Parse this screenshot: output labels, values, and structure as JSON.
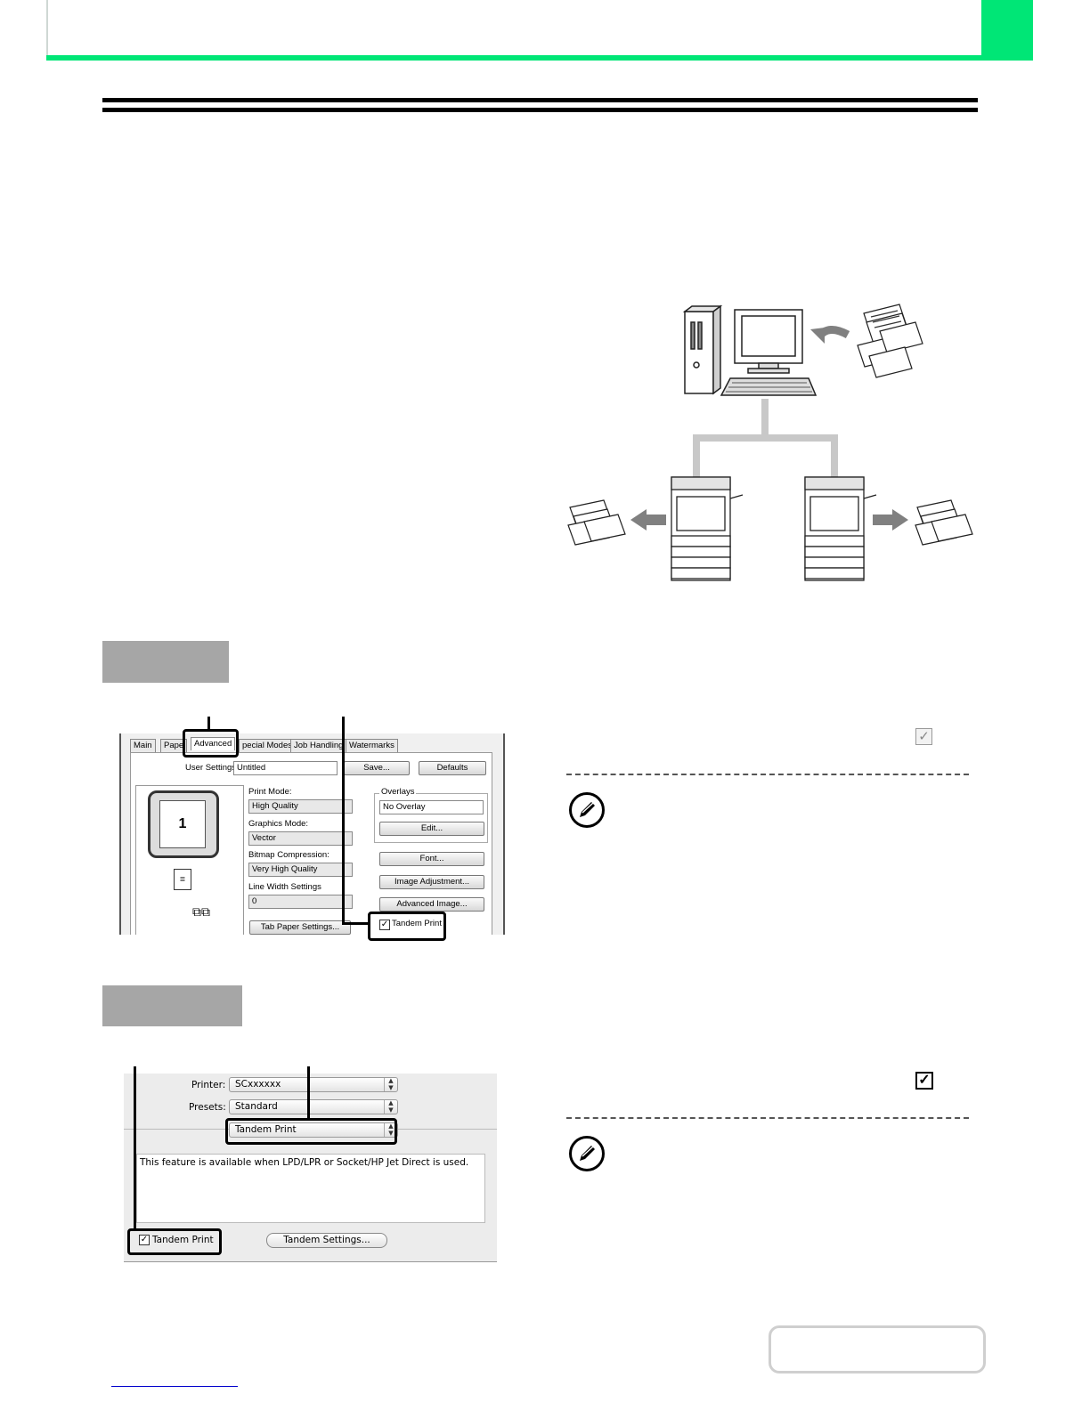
{
  "header": {
    "accent_color": "#00e676",
    "rule_color": "#000000"
  },
  "diagram": {
    "computer": "computer-icon",
    "printers": [
      "printer-icon",
      "printer-icon"
    ],
    "documents": [
      "document-stack-icon",
      "document-stack-icon",
      "document-stack-icon"
    ],
    "arrow_color": "#808080",
    "network_color": "#c8c8c8"
  },
  "windows_dialog": {
    "tabs": [
      "Main",
      "Pape",
      "Advanced",
      "pecial Modes",
      "Job Handling",
      "Watermarks"
    ],
    "user_settings_label": "User Settings:",
    "user_settings_value": "Untitled",
    "save_label": "Save...",
    "defaults_label": "Defaults",
    "preview_page_number": "1",
    "print_mode_label": "Print Mode:",
    "print_mode_value": "High Quality",
    "graphics_mode_label": "Graphics Mode:",
    "graphics_mode_value": "Vector",
    "bitmap_compression_label": "Bitmap Compression:",
    "bitmap_compression_value": "Very High Quality",
    "line_width_label": "Line Width Settings",
    "line_width_value": "0",
    "overlays_label": "Overlays",
    "overlays_value": "No Overlay",
    "edit_label": "Edit...",
    "font_label": "Font...",
    "image_adjustment_label": "Image Adjustment...",
    "advanced_image_label": "Advanced Image...",
    "tab_paper_label": "Tab Paper Settings...",
    "tandem_print_label": "Tandem Print",
    "tandem_print_checked": true
  },
  "mac_dialog": {
    "printer_label": "Printer:",
    "printer_value": "SCxxxxxx",
    "presets_label": "Presets:",
    "presets_value": "Standard",
    "panel_value": "Tandem Print",
    "info_text": "This feature is available when LPD/LPR or Socket/HP Jet Direct is used.",
    "tandem_print_label": "Tandem Print",
    "tandem_print_checked": true,
    "tandem_settings_label": "Tandem Settings..."
  },
  "icons": {
    "checkbox_1": "checkbox-checked-gray-icon",
    "checkbox_2": "checkbox-checked-icon",
    "note_1": "pencil-note-icon",
    "note_2": "pencil-note-icon"
  }
}
